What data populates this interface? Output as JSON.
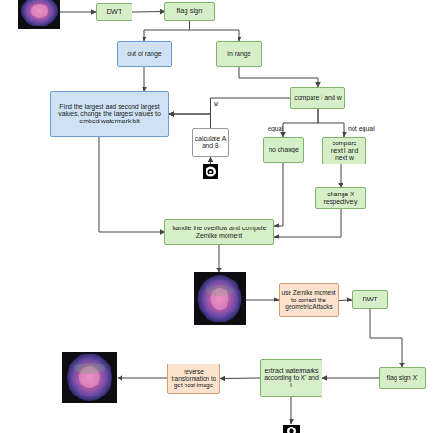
{
  "diagram": {
    "nodes": [
      {
        "text": [
          "DWT"
        ]
      },
      {
        "text": [
          "flag sign"
        ]
      },
      {
        "text": [
          "out of range"
        ]
      },
      {
        "text": [
          "in range"
        ]
      },
      {
        "text": [
          "Find the largest and second largest values, change the largest values to embed watermark bit"
        ]
      },
      {
        "text": [
          "compare I and w"
        ]
      },
      {
        "text": [
          "calculate A and B"
        ]
      },
      {
        "text": [
          "no change"
        ]
      },
      {
        "text": [
          "compare next I and next w"
        ]
      },
      {
        "text": [
          "change X respectively"
        ]
      },
      {
        "text": [
          "handle the overflow and compute Zernike moment"
        ]
      },
      {
        "text": [
          "use Zernike moment to correct the geometric Attacks"
        ]
      },
      {
        "text": [
          "DWT"
        ]
      },
      {
        "text": [
          "flag sign X'"
        ]
      },
      {
        "text": [
          "extract watermarks according to X' and I"
        ]
      },
      {
        "text": [
          "reverse transformation to get host image"
        ]
      }
    ],
    "edges": [
      {
        "from": 0,
        "to": 1,
        "arrow": "to"
      },
      {
        "from": 1,
        "to": 2,
        "arrow": "to"
      },
      {
        "from": 1,
        "to": 3,
        "arrow": "to"
      },
      {
        "from": 2,
        "to": 4,
        "arrow": "to"
      },
      {
        "from": 3,
        "to": 5,
        "arrow": "to"
      },
      {
        "from": 5,
        "to": 4,
        "label": "w",
        "arrow": "to"
      },
      {
        "from": 6,
        "to": 4,
        "arrow": "to"
      },
      {
        "from": 5,
        "to": 7,
        "label": "equal",
        "arrow": "to"
      },
      {
        "from": 5,
        "to": 8,
        "label": "not equal",
        "arrow": "to"
      },
      {
        "from": 8,
        "to": 9,
        "arrow": "to"
      },
      {
        "from": 4,
        "to": 10,
        "arrow": "to"
      },
      {
        "from": 7,
        "to": 10,
        "arrow": "to"
      },
      {
        "from": 9,
        "to": 10,
        "arrow": "to"
      },
      {
        "from": 11,
        "to": 12,
        "arrow": "to"
      },
      {
        "from": 12,
        "to": 13,
        "arrow": "to"
      },
      {
        "from": 13,
        "to": 14,
        "arrow": "to"
      },
      {
        "from": 14,
        "to": 15,
        "arrow": "to"
      }
    ]
  }
}
